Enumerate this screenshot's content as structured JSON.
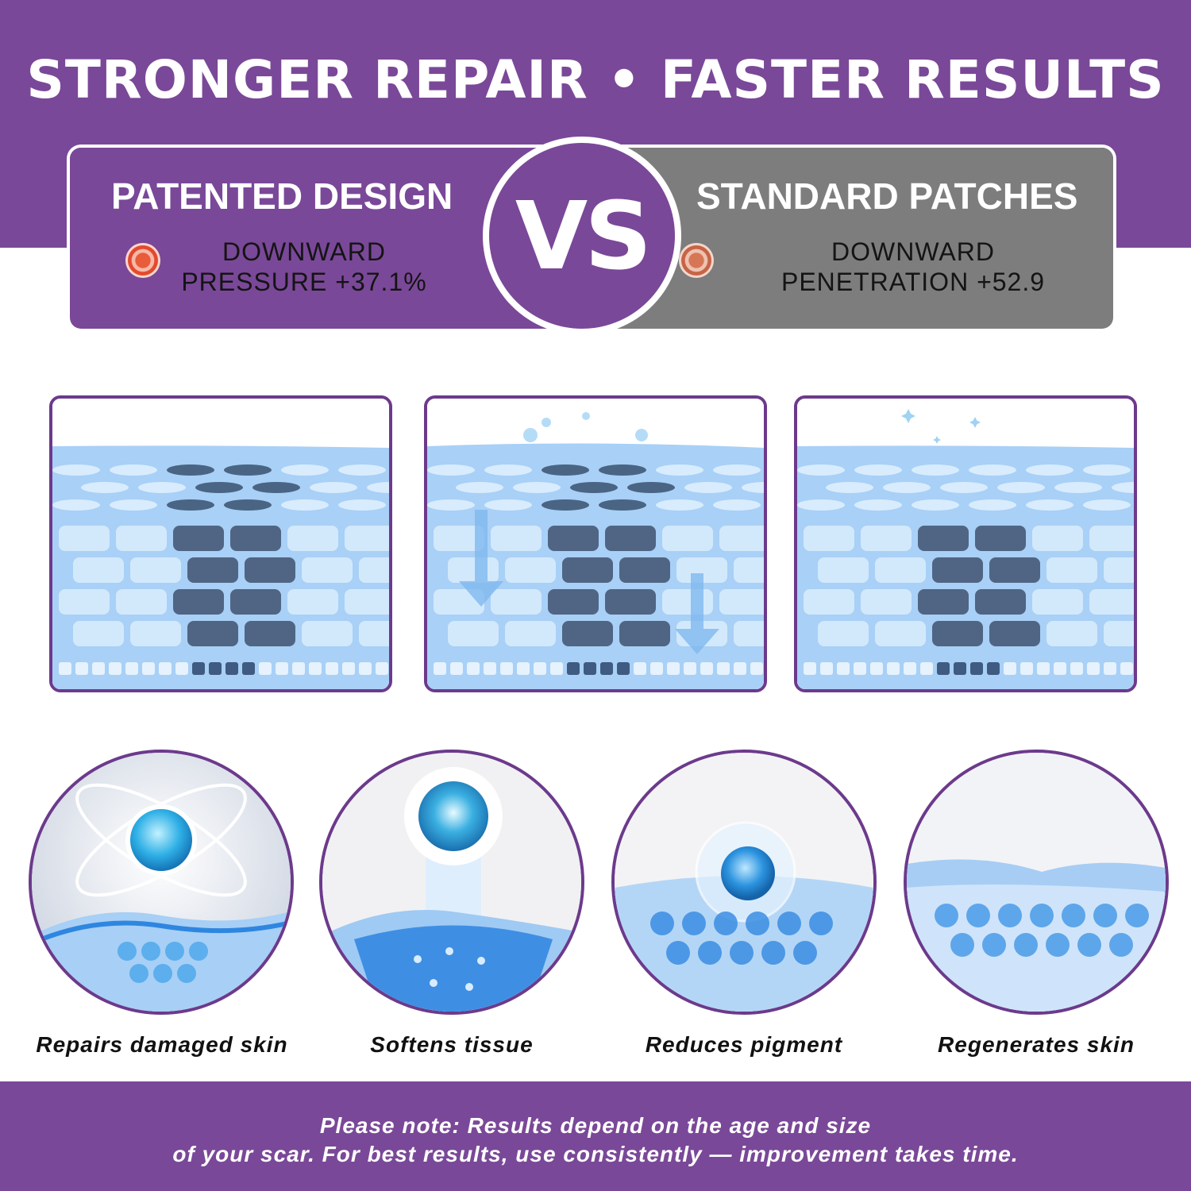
{
  "headline": "STRONGER REPAIR • FASTER RESULTS",
  "comparison": {
    "left": {
      "title": "PATENTED DESIGN",
      "line1": "DOWNWARD",
      "line2": "PRESSURE +37.1%",
      "icon": "target-dot-icon"
    },
    "vs": "VS",
    "right": {
      "title": "STANDARD PATCHES",
      "line1": "DOWNWARD",
      "line2": "PENETRATION +52.9",
      "icon": "target-dot-icon"
    }
  },
  "colors": {
    "brand_purple": "#7a4898",
    "standard_gray": "#7d7d7d",
    "border_purple": "#6c3a8c",
    "skin_blue": "#9ec9f2"
  },
  "benefits": [
    {
      "caption": "Repairs damaged skin"
    },
    {
      "caption": "Softens tissue"
    },
    {
      "caption": "Reduces pigment"
    },
    {
      "caption": "Regenerates skin"
    }
  ],
  "note": {
    "line1": "Please note: Results depend on the age and size",
    "line2": "of your scar. For best results, use consistently — improvement takes time."
  }
}
